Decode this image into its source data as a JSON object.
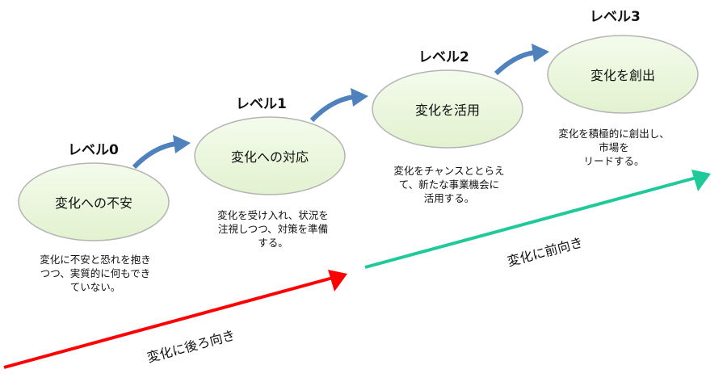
{
  "levels": [
    {
      "label": "レベル0",
      "node": "変化への不安",
      "description": "変化に不安と恐れを抱き\nつつ、実質的に何もでき\nていない。"
    },
    {
      "label": "レベル1",
      "node": "変化への対応",
      "description": "変化を受け入れ、状況を\n注視しつつ、対策を準備\nする。"
    },
    {
      "label": "レベル2",
      "node": "変化を活用",
      "description": "変化をチャンスととらえ\nて、新たな事業機会に\n活用する。"
    },
    {
      "label": "レベル3",
      "node": "変化を創出",
      "description": "変化を積極的に創出し、\n市場を\nリードする。"
    }
  ],
  "trends": {
    "backward": {
      "label": "変化に後ろ向き",
      "color": "#ff0000"
    },
    "forward": {
      "label": "変化に前向き",
      "color": "#1fc99a"
    }
  },
  "colors": {
    "node_fill": "#eaf6da",
    "node_stroke": "#b4b4b4",
    "step_arrow": "#4f81bd"
  }
}
